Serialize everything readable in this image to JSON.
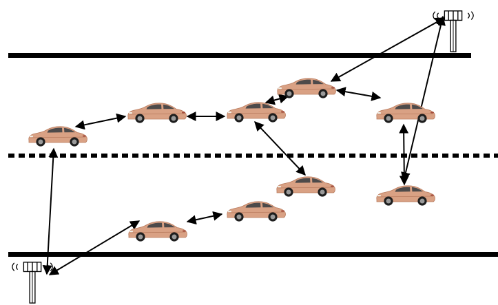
{
  "colors": {
    "background": "#ffffff",
    "road_line": "#000000",
    "arrow": "#000000",
    "car_body": "#d9a184",
    "car_shade": "#b97c5f",
    "car_window": "#4d4a4a",
    "tire": "#1e1e1e",
    "rim": "#9a9a9a",
    "tower": "#000000"
  },
  "road": {
    "boundaries": [
      "solid",
      "dashed",
      "solid"
    ]
  },
  "towers": [
    {
      "name": "base-station-top-right",
      "icon": "cell-tower-icon"
    },
    {
      "name": "base-station-bottom-left",
      "icon": "cell-tower-icon"
    }
  ],
  "vehicles": [
    {
      "name": "car-upper-1",
      "lane": "upper",
      "icon": "car-icon"
    },
    {
      "name": "car-upper-2",
      "lane": "upper",
      "icon": "car-icon"
    },
    {
      "name": "car-upper-3",
      "lane": "upper",
      "icon": "car-icon"
    },
    {
      "name": "car-upper-4",
      "lane": "upper",
      "icon": "car-icon"
    },
    {
      "name": "car-upper-5",
      "lane": "upper",
      "icon": "car-icon"
    },
    {
      "name": "car-lower-1",
      "lane": "lower",
      "icon": "car-icon"
    },
    {
      "name": "car-lower-2",
      "lane": "lower",
      "icon": "car-icon"
    },
    {
      "name": "car-lower-3",
      "lane": "lower",
      "icon": "car-icon"
    },
    {
      "name": "car-lower-4",
      "lane": "lower",
      "icon": "car-icon"
    }
  ],
  "links": [
    {
      "from": "car-upper-1",
      "to": "car-upper-2",
      "type": "bidirectional"
    },
    {
      "from": "car-upper-2",
      "to": "car-upper-3",
      "type": "bidirectional"
    },
    {
      "from": "car-upper-3",
      "to": "car-upper-4",
      "type": "bidirectional"
    },
    {
      "from": "car-upper-4",
      "to": "car-upper-5",
      "type": "bidirectional"
    },
    {
      "from": "car-upper-3",
      "to": "car-lower-3",
      "type": "bidirectional"
    },
    {
      "from": "car-upper-5",
      "to": "car-lower-4",
      "type": "bidirectional"
    },
    {
      "from": "car-upper-4",
      "to": "base-station-top-right",
      "type": "bidirectional"
    },
    {
      "from": "car-lower-4",
      "to": "base-station-top-right",
      "type": "bidirectional"
    },
    {
      "from": "car-upper-1",
      "to": "base-station-bottom-left",
      "type": "bidirectional"
    },
    {
      "from": "car-lower-1",
      "to": "base-station-bottom-left",
      "type": "bidirectional"
    },
    {
      "from": "car-lower-1",
      "to": "car-lower-2",
      "type": "bidirectional"
    }
  ]
}
